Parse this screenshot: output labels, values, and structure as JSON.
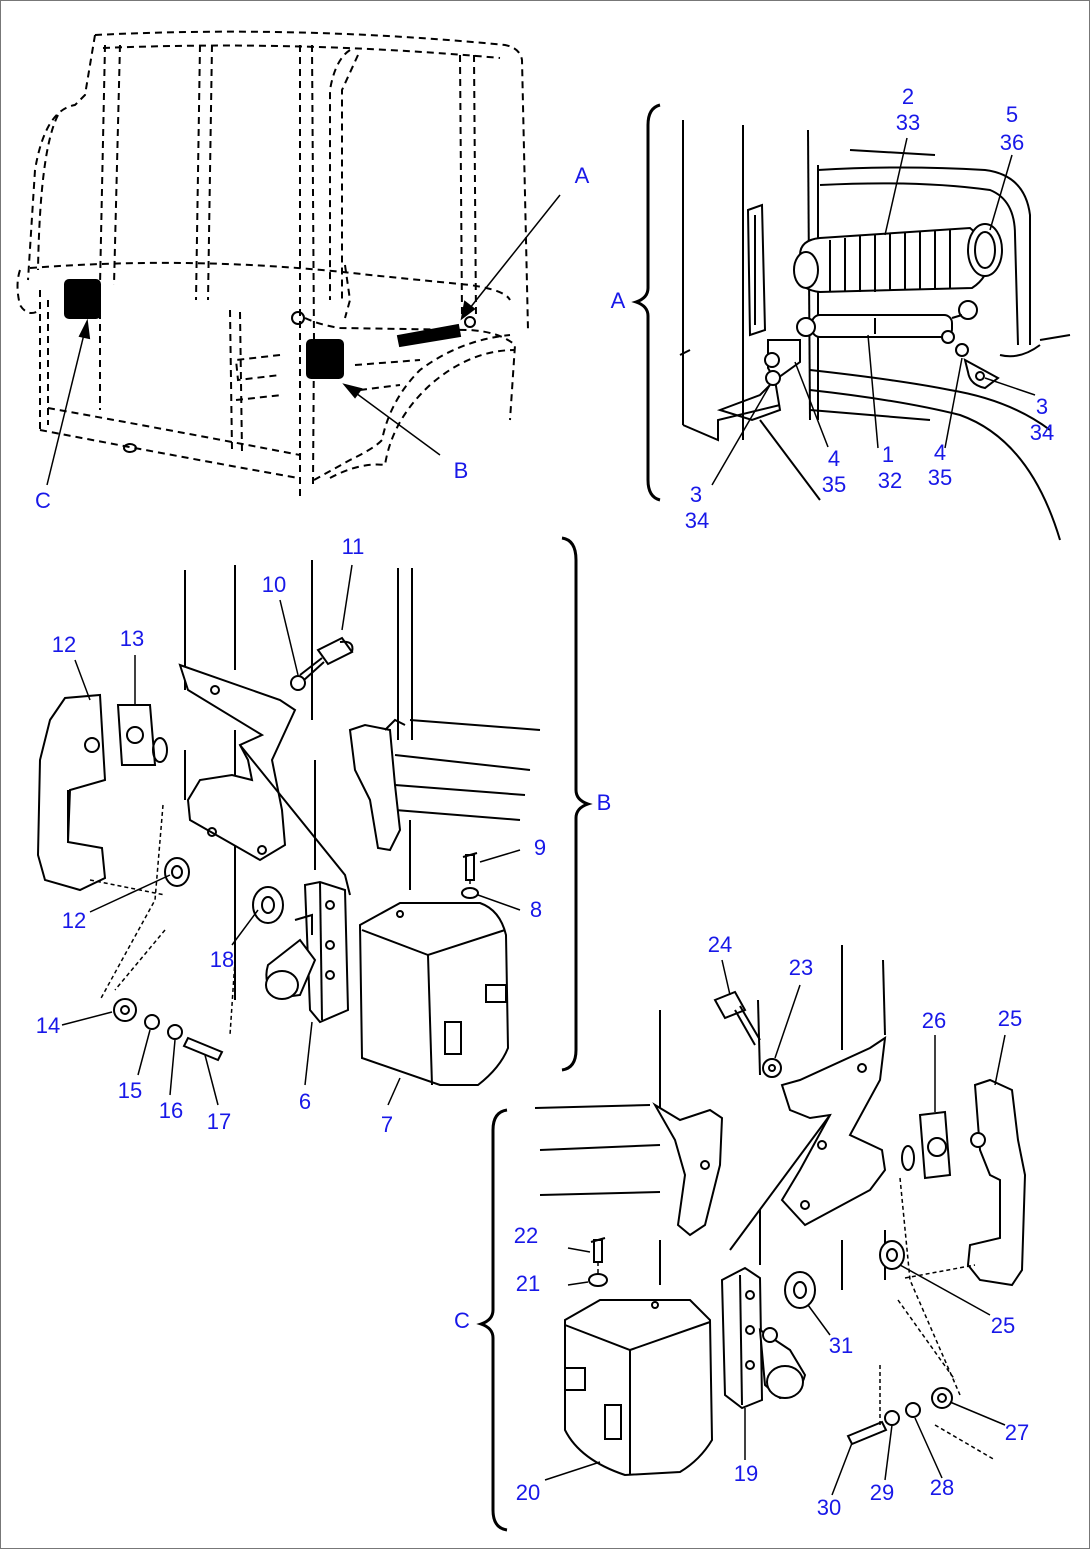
{
  "diagram": {
    "view_labels": {
      "a": "A",
      "b": "B",
      "c": "C"
    },
    "callouts": {
      "p1": "1",
      "p2": "2",
      "p3": "3",
      "p4": "4",
      "p5": "5",
      "p6": "6",
      "p7": "7",
      "p8": "8",
      "p9": "9",
      "p10": "10",
      "p11": "11",
      "p12": "12",
      "p13": "13",
      "p14": "14",
      "p15": "15",
      "p16": "16",
      "p17": "17",
      "p18": "18",
      "p19": "19",
      "p20": "20",
      "p21": "21",
      "p22": "22",
      "p23": "23",
      "p24": "24",
      "p25": "25",
      "p26": "26",
      "p27": "27",
      "p28": "28",
      "p29": "29",
      "p30": "30",
      "p31": "31",
      "p32": "32",
      "p33": "33",
      "p34": "34",
      "p35": "35",
      "p36": "36"
    },
    "colors": {
      "label": "#1818e8",
      "line": "#000000",
      "background": "#ffffff"
    }
  }
}
